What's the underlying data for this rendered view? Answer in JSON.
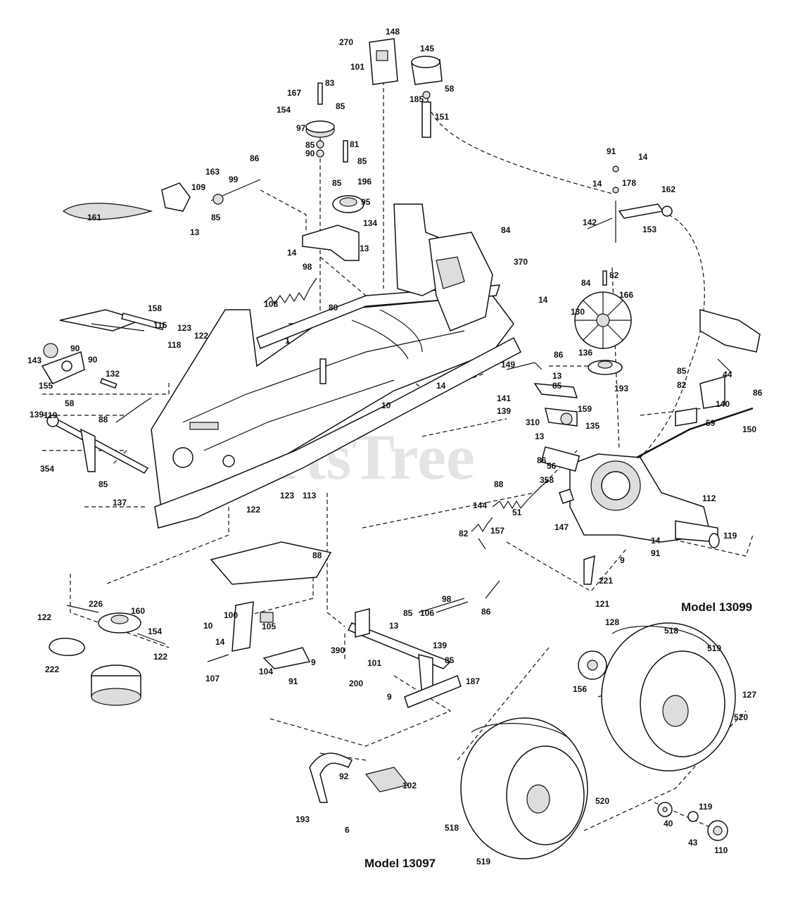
{
  "watermark": "PartsTree",
  "models": {
    "model_a": "Model 13099",
    "model_b": "Model 13097"
  },
  "callouts": [
    {
      "id": "c1",
      "text": "270"
    },
    {
      "id": "c2",
      "text": "148"
    },
    {
      "id": "c3",
      "text": "101"
    },
    {
      "id": "c4",
      "text": "145"
    },
    {
      "id": "c5",
      "text": "58"
    },
    {
      "id": "c6",
      "text": "185"
    },
    {
      "id": "c7",
      "text": "151"
    },
    {
      "id": "c8",
      "text": "167"
    },
    {
      "id": "c9",
      "text": "83"
    },
    {
      "id": "c10",
      "text": "154"
    },
    {
      "id": "c11",
      "text": "85"
    },
    {
      "id": "c12",
      "text": "97"
    },
    {
      "id": "c13",
      "text": "85"
    },
    {
      "id": "c14",
      "text": "90"
    },
    {
      "id": "c15",
      "text": "81"
    },
    {
      "id": "c16",
      "text": "85"
    },
    {
      "id": "c17",
      "text": "85"
    },
    {
      "id": "c18",
      "text": "196"
    },
    {
      "id": "c19",
      "text": "95"
    },
    {
      "id": "c20",
      "text": "86"
    },
    {
      "id": "c21",
      "text": "163"
    },
    {
      "id": "c22",
      "text": "99"
    },
    {
      "id": "c23",
      "text": "109"
    },
    {
      "id": "c24",
      "text": "85"
    },
    {
      "id": "c25",
      "text": "13"
    },
    {
      "id": "c26",
      "text": "134"
    },
    {
      "id": "c27",
      "text": "14"
    },
    {
      "id": "c28",
      "text": "13"
    },
    {
      "id": "c29",
      "text": "98"
    },
    {
      "id": "c30",
      "text": "108"
    },
    {
      "id": "c31",
      "text": "84"
    },
    {
      "id": "c32",
      "text": "80"
    },
    {
      "id": "c33",
      "text": "370"
    },
    {
      "id": "c34",
      "text": "14"
    },
    {
      "id": "c35",
      "text": "91"
    },
    {
      "id": "c36",
      "text": "14"
    },
    {
      "id": "c37",
      "text": "14"
    },
    {
      "id": "c38",
      "text": "178"
    },
    {
      "id": "c39",
      "text": "162"
    },
    {
      "id": "c40",
      "text": "142"
    },
    {
      "id": "c41",
      "text": "153"
    },
    {
      "id": "c42",
      "text": "82"
    },
    {
      "id": "c43",
      "text": "84"
    },
    {
      "id": "c44",
      "text": "166"
    },
    {
      "id": "c45",
      "text": "130"
    },
    {
      "id": "c46",
      "text": "136"
    },
    {
      "id": "c47",
      "text": "193"
    },
    {
      "id": "c48",
      "text": "161"
    },
    {
      "id": "c49",
      "text": "158"
    },
    {
      "id": "c50",
      "text": "115"
    },
    {
      "id": "c51",
      "text": "123"
    },
    {
      "id": "c52",
      "text": "122"
    },
    {
      "id": "c53",
      "text": "118"
    },
    {
      "id": "c54",
      "text": "1"
    },
    {
      "id": "c55",
      "text": "143"
    },
    {
      "id": "c56",
      "text": "90"
    },
    {
      "id": "c57",
      "text": "90"
    },
    {
      "id": "c58",
      "text": "155"
    },
    {
      "id": "c59",
      "text": "132"
    },
    {
      "id": "c60",
      "text": "58"
    },
    {
      "id": "c61",
      "text": "139"
    },
    {
      "id": "c62",
      "text": "88"
    },
    {
      "id": "c63",
      "text": "354"
    },
    {
      "id": "c64",
      "text": "85"
    },
    {
      "id": "c65",
      "text": "137"
    },
    {
      "id": "c66",
      "text": "10"
    },
    {
      "id": "c67",
      "text": "14"
    },
    {
      "id": "c68",
      "text": "149"
    },
    {
      "id": "c69",
      "text": "86"
    },
    {
      "id": "c70",
      "text": "13"
    },
    {
      "id": "c71",
      "text": "85"
    },
    {
      "id": "c72",
      "text": "141"
    },
    {
      "id": "c73",
      "text": "139"
    },
    {
      "id": "c74",
      "text": "159"
    },
    {
      "id": "c75",
      "text": "310"
    },
    {
      "id": "c76",
      "text": "135"
    },
    {
      "id": "c77",
      "text": "13"
    },
    {
      "id": "c78",
      "text": "85"
    },
    {
      "id": "c79",
      "text": "44"
    },
    {
      "id": "c80",
      "text": "82"
    },
    {
      "id": "c81",
      "text": "140"
    },
    {
      "id": "c82",
      "text": "86"
    },
    {
      "id": "c83",
      "text": "59"
    },
    {
      "id": "c84",
      "text": "150"
    },
    {
      "id": "c85",
      "text": "119"
    },
    {
      "id": "c86",
      "text": "123"
    },
    {
      "id": "c87",
      "text": "113"
    },
    {
      "id": "c88",
      "text": "122"
    },
    {
      "id": "c89",
      "text": "86"
    },
    {
      "id": "c90",
      "text": "56"
    },
    {
      "id": "c91",
      "text": "358"
    },
    {
      "id": "c92",
      "text": "88"
    },
    {
      "id": "c93",
      "text": "144"
    },
    {
      "id": "c94",
      "text": "51"
    },
    {
      "id": "c95",
      "text": "147"
    },
    {
      "id": "c96",
      "text": "112"
    },
    {
      "id": "c97",
      "text": "82"
    },
    {
      "id": "c98",
      "text": "157"
    },
    {
      "id": "c99",
      "text": "14"
    },
    {
      "id": "c100",
      "text": "91"
    },
    {
      "id": "c101",
      "text": "119"
    },
    {
      "id": "c102",
      "text": "9"
    },
    {
      "id": "c103",
      "text": "221"
    },
    {
      "id": "c104",
      "text": "121"
    },
    {
      "id": "c105",
      "text": "88"
    },
    {
      "id": "c106",
      "text": "122"
    },
    {
      "id": "c107",
      "text": "226"
    },
    {
      "id": "c108",
      "text": "160"
    },
    {
      "id": "c109",
      "text": "154"
    },
    {
      "id": "c110",
      "text": "122"
    },
    {
      "id": "c111",
      "text": "222"
    },
    {
      "id": "c112",
      "text": "100"
    },
    {
      "id": "c113",
      "text": "105"
    },
    {
      "id": "c114",
      "text": "10"
    },
    {
      "id": "c115",
      "text": "14"
    },
    {
      "id": "c116",
      "text": "9"
    },
    {
      "id": "c117",
      "text": "107"
    },
    {
      "id": "c118",
      "text": "104"
    },
    {
      "id": "c119",
      "text": "91"
    },
    {
      "id": "c120",
      "text": "98"
    },
    {
      "id": "c121",
      "text": "85"
    },
    {
      "id": "c122",
      "text": "106"
    },
    {
      "id": "c123",
      "text": "86"
    },
    {
      "id": "c124",
      "text": "13"
    },
    {
      "id": "c125",
      "text": "390"
    },
    {
      "id": "c126",
      "text": "101"
    },
    {
      "id": "c127",
      "text": "139"
    },
    {
      "id": "c128",
      "text": "85"
    },
    {
      "id": "c129",
      "text": "200"
    },
    {
      "id": "c130",
      "text": "187"
    },
    {
      "id": "c131",
      "text": "9"
    },
    {
      "id": "c132",
      "text": "128"
    },
    {
      "id": "c133",
      "text": "518"
    },
    {
      "id": "c134",
      "text": "519"
    },
    {
      "id": "c135",
      "text": "127"
    },
    {
      "id": "c136",
      "text": "520"
    },
    {
      "id": "c137",
      "text": "156"
    },
    {
      "id": "c138",
      "text": "92"
    },
    {
      "id": "c139",
      "text": "102"
    },
    {
      "id": "c140",
      "text": "193"
    },
    {
      "id": "c141",
      "text": "6"
    },
    {
      "id": "c142",
      "text": "518"
    },
    {
      "id": "c143",
      "text": "520"
    },
    {
      "id": "c144",
      "text": "519"
    },
    {
      "id": "c145",
      "text": "40"
    },
    {
      "id": "c146",
      "text": "119"
    },
    {
      "id": "c147",
      "text": "43"
    },
    {
      "id": "c148",
      "text": "110"
    }
  ]
}
